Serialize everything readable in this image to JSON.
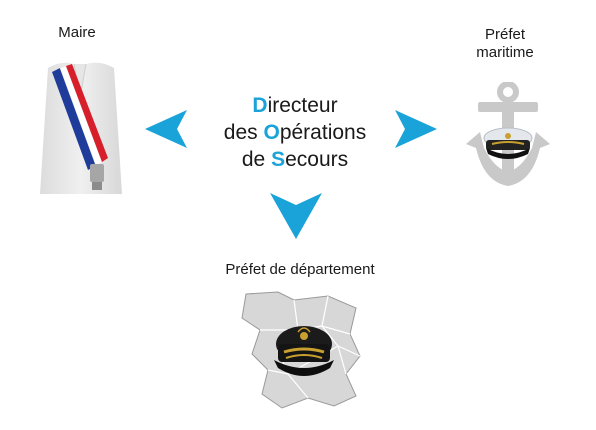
{
  "diagram": {
    "center": {
      "line1": {
        "initial": "D",
        "rest": "irecteur"
      },
      "line2": {
        "before": "des ",
        "initial": "O",
        "rest": "pérations"
      },
      "line3": {
        "before": "de ",
        "initial": "S",
        "rest": "ecours"
      }
    },
    "nodes": {
      "maire": {
        "label": "Maire"
      },
      "prefet_maritime": {
        "label_line1": "Préfet",
        "label_line2": "maritime"
      },
      "prefet_departement": {
        "label": "Préfet de département"
      }
    },
    "colors": {
      "accent": "#1aa3d9",
      "text": "#1a1a1a",
      "sash_blue": "#1f3c9b",
      "sash_red": "#d61f2b",
      "anchor_gray": "#c9c9c9"
    },
    "icons": {
      "maire": "mayor-sash-icon",
      "prefet_maritime": "anchor-cap-icon",
      "prefet_departement": "france-map-cap-icon"
    }
  }
}
